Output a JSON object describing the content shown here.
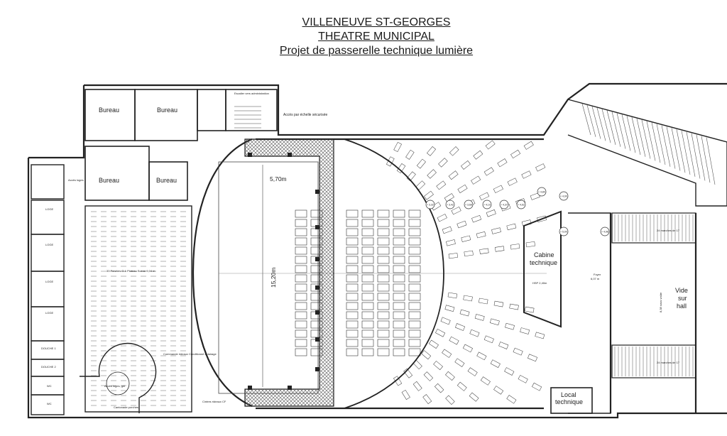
{
  "title": {
    "line1": "VILLENEUVE ST-GEORGES",
    "line2": "THEATRE MUNICIPAL",
    "line3": "Projet de passerelle technique lumière"
  },
  "rooms": {
    "bureau_1": "Bureau",
    "bureau_2": "Bureau",
    "bureau_3": "Bureau",
    "bureau_4": "Bureau",
    "acces_loges_top": "Accès loges",
    "acces_loges_bottom": "Accès loges, gril",
    "loge_1": "LOGE",
    "loge_2": "LOGE",
    "loge_3": "LOGE",
    "loge_4": "LOGE",
    "douche_1": "DOUCHE 1",
    "douche_2": "DOUCHE 2",
    "wc_1": "WC",
    "wc_2": "WC",
    "acces_echelle": "Accès par échelle sécurisée",
    "escalier": "Escalier vers administration",
    "cabine_line1": "Cabine",
    "cabine_line2": "technique",
    "local_line1": "Local",
    "local_line2": "technique",
    "vide_line1": "Vide",
    "vide_line2": "sur",
    "vide_line3": "hall",
    "foyer": "Foyer",
    "foyer_height": "6,07 m",
    "cabine_hsp": "HSP 2,40m",
    "commandes": "Commande rideaux Conditionné éclairage",
    "cantonnade": "Cantonade porches",
    "cintres": "Cintres rideaux CF",
    "plateau_note": "33 Perches G-1 Plateau Scène 9,04 m",
    "marches_top": "24 marches de 17",
    "marches_bottom": "24 marches de 17",
    "hall_height": "8,38 sous voûte"
  },
  "dimensions": {
    "width": "5,70m",
    "depth": "15,20m"
  },
  "elevations": [
    "+ 3,32",
    "+ 3,42",
    "+ 3,68",
    "+ 4,10",
    "+ 4,37",
    "+ 4,62",
    "+ 4,80",
    "+ 4,90",
    "+ 5,00",
    "+ 4,98"
  ],
  "colors": {
    "line": "#222222",
    "hatch": "#555555",
    "paper": "#ffffff"
  }
}
